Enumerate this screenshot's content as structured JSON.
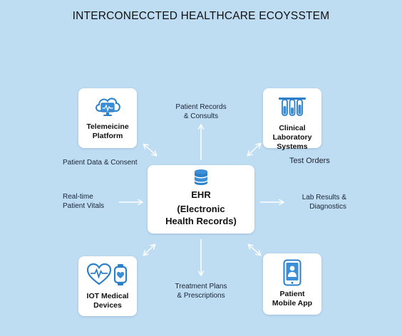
{
  "title": "INTERCONECCTED HEALTHCARE ECOYSSTEM",
  "nodes": {
    "telemedicine": {
      "line1": "Telemeicine",
      "line2": "Platform",
      "icon": "cloud-monitor-icon"
    },
    "lab": {
      "line1": "Clinical Laboratory",
      "line2": "Systems",
      "icon": "test-tubes-icon"
    },
    "ehr": {
      "line1": "EHR",
      "line2": "(Electronic",
      "line3": "Health Records)",
      "icon": "database-icon"
    },
    "iot": {
      "line1": "IOT Medical",
      "line2": "Devices",
      "icon": "heart-watch-icon"
    },
    "app": {
      "line1": "Patient",
      "line2": "Mobile App",
      "icon": "smartphone-user-icon"
    }
  },
  "flows": {
    "records": {
      "line1": "Patient Records",
      "line2": "& Consults"
    },
    "consent": {
      "line1": "Patient Data & Consent"
    },
    "test_orders": {
      "line1": "Test Orders"
    },
    "vitals": {
      "line1": "Real-time",
      "line2": "Patient Vitals"
    },
    "lab_results": {
      "line1": "Lab Results &",
      "line2": "Diagnostics"
    },
    "plans": {
      "line1": "Treatment Plans",
      "line2": "& Prescriptions"
    }
  },
  "colors": {
    "background": "#bedcf2",
    "accent": "#3a8fd8",
    "arrow": "#ffffff"
  }
}
